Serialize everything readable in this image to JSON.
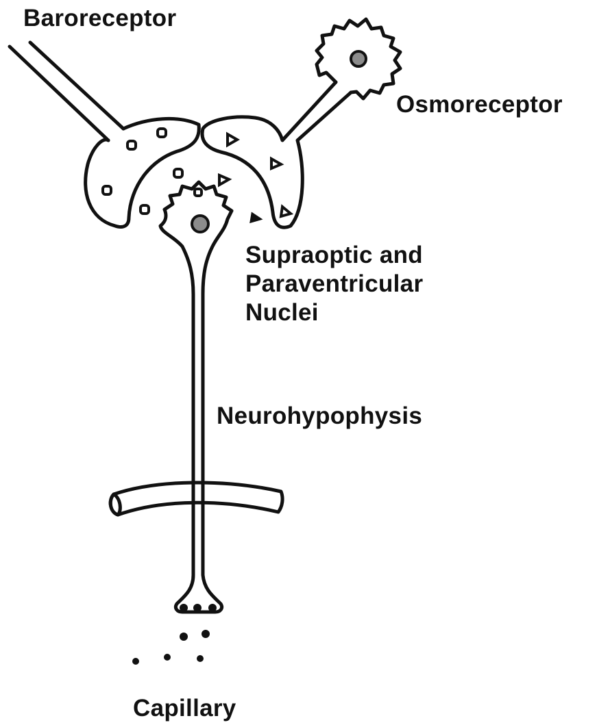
{
  "labels": {
    "baroreceptor": "Baroreceptor",
    "osmoreceptor": "Osmoreceptor",
    "nuclei_line1": "Supraoptic and",
    "nuclei_line2": "Paraventricular",
    "nuclei_line3": "Nuclei",
    "neurohypophysis": "Neurohypophysis",
    "capillary": "Capillary"
  },
  "colors": {
    "ink": "#111111",
    "nucleus_fill": "#8c8c8c",
    "background": "#ffffff"
  }
}
